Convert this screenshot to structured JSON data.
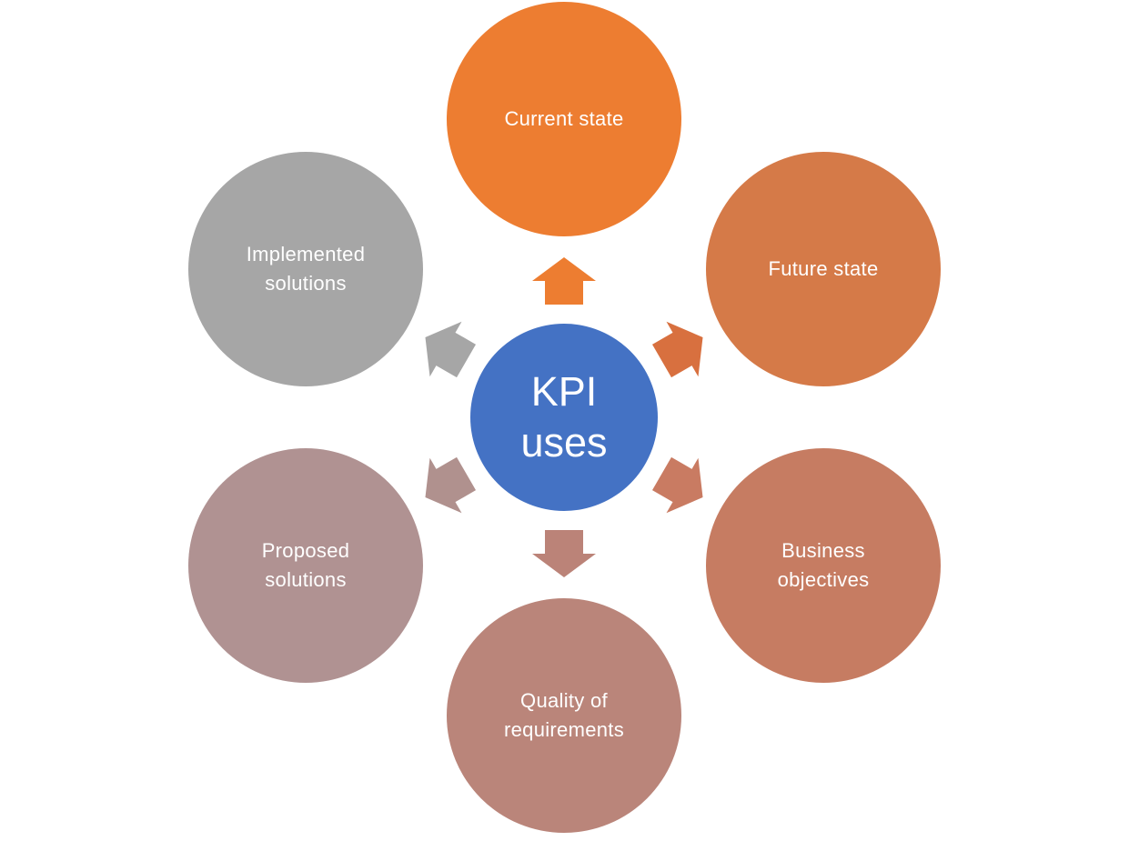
{
  "diagram": {
    "type": "diverging-radial",
    "background": "#FFFFFF",
    "text_color": "#FFFFFF",
    "center": {
      "label": "KPI uses",
      "color": "#4472C4"
    },
    "nodes": [
      {
        "label": "Current state",
        "color": "#ED7D31",
        "arrow_color": "#ED7D31",
        "position": "top"
      },
      {
        "label": "Future state",
        "color": "#D57A48",
        "arrow_color": "#D8703F",
        "position": "upper-right"
      },
      {
        "label": "Business objectives",
        "color": "#C67C62",
        "arrow_color": "#C97B62",
        "position": "lower-right"
      },
      {
        "label": "Quality of requirements",
        "color": "#BA857A",
        "arrow_color": "#BB8378",
        "position": "bottom"
      },
      {
        "label": "Proposed solutions",
        "color": "#B09292",
        "arrow_color": "#B0918E",
        "position": "lower-left"
      },
      {
        "label": "Implemented solutions",
        "color": "#A6A6A6",
        "arrow_color": "#A6A6A6",
        "position": "upper-left"
      }
    ]
  }
}
